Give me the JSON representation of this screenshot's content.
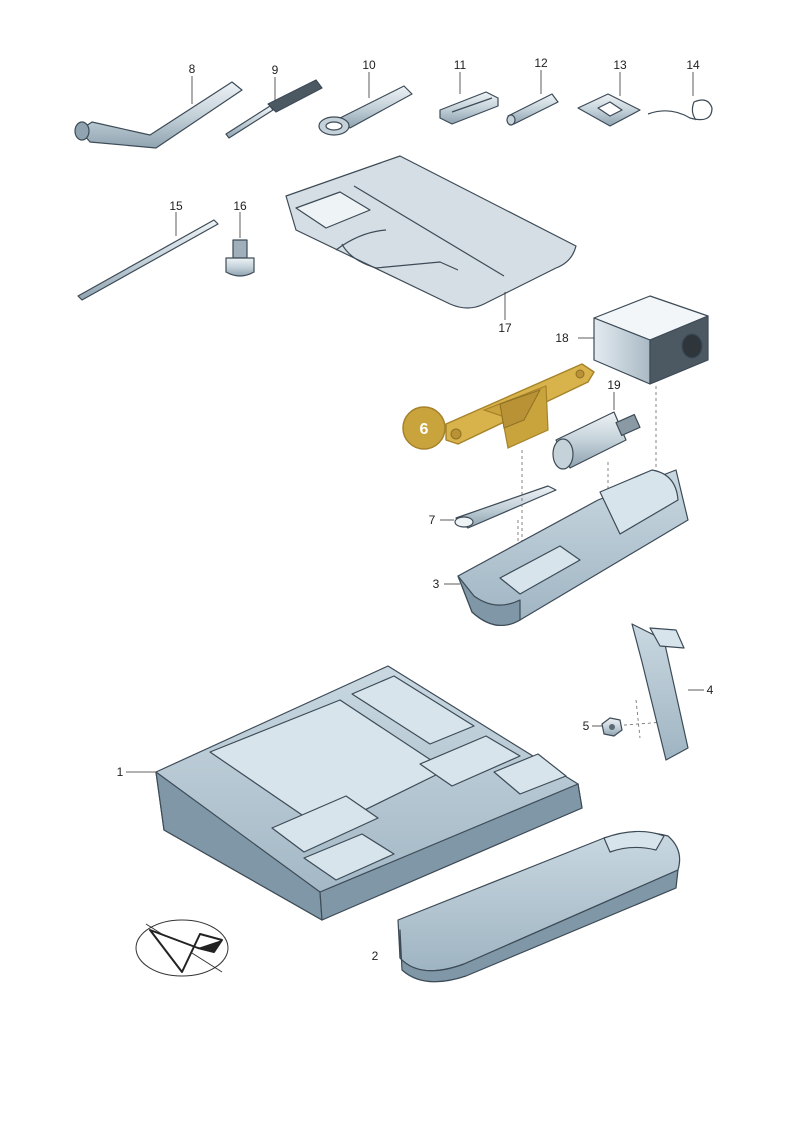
{
  "callouts": {
    "c1": "1",
    "c2": "2",
    "c3": "3",
    "c4": "4",
    "c5": "5",
    "c6": "6",
    "c7": "7",
    "c8": "8",
    "c9": "9",
    "c10": "10",
    "c11": "11",
    "c12": "12",
    "c13": "13",
    "c14": "14",
    "c15": "15",
    "c16": "16",
    "c17": "17",
    "c18": "18",
    "c19": "19"
  },
  "highlight": {
    "color": "#c9a33b",
    "part": "6"
  },
  "icons": {
    "orientation": "direction-arrow-icon"
  }
}
